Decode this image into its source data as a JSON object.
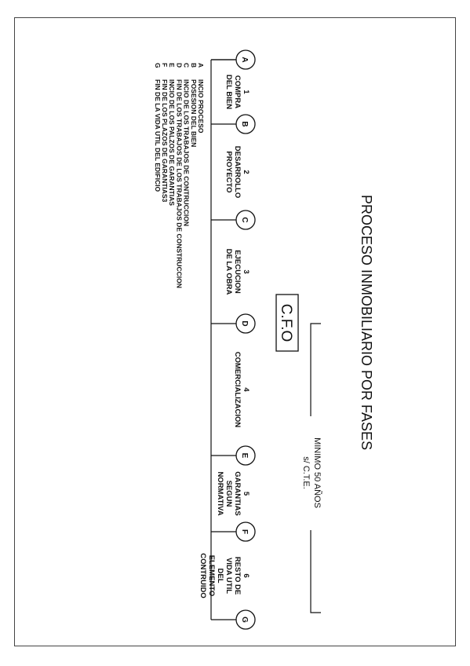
{
  "title": "PROCESO INMOBILIARIO POR FASES",
  "cfo_label": "C.F.O",
  "minimum": [
    "MINIMO 50 AÑOS",
    "s/ C.T.E."
  ],
  "nodes": [
    "A",
    "B",
    "C",
    "D",
    "E",
    "F",
    "G"
  ],
  "phases": [
    [
      "1",
      "COMPRA",
      "DEL BIEN"
    ],
    [
      "2",
      "DESARROLLO",
      "PROYECTO"
    ],
    [
      "3",
      "EJECUCION",
      "DE LA OBRA"
    ],
    [
      "4",
      "COMERCIALIZACION"
    ],
    [
      "5",
      "GARANTIAS",
      "SEGUN",
      "NORMATIVA"
    ],
    [
      "6",
      "RESTO DE",
      "VIDA UTIL",
      "DEL",
      "ELEMENTO",
      "CONTRUIDO"
    ]
  ],
  "legend": [
    {
      "key": "A",
      "text": "INCIO PROCESO"
    },
    {
      "key": "B",
      "text": "POSESION DEL BIEN"
    },
    {
      "key": "C",
      "text": "INCIO DE LOS TRABAJOS DE CONTRUCCION"
    },
    {
      "key": "D",
      "text": "FIN DE LOS TRABAJOS DE LOS TRABAJOS DE CONSTRUCCION"
    },
    {
      "key": "E",
      "text": "INCIO DE LOS PALZOS DE GARANTIAS"
    },
    {
      "key": "F",
      "text": "FIN DE LOS PLAZOS DE GARANTIAS3"
    },
    {
      "key": "G",
      "text": "FIN DE LA VIDA UTIL DEL EDIFICIO"
    }
  ]
}
